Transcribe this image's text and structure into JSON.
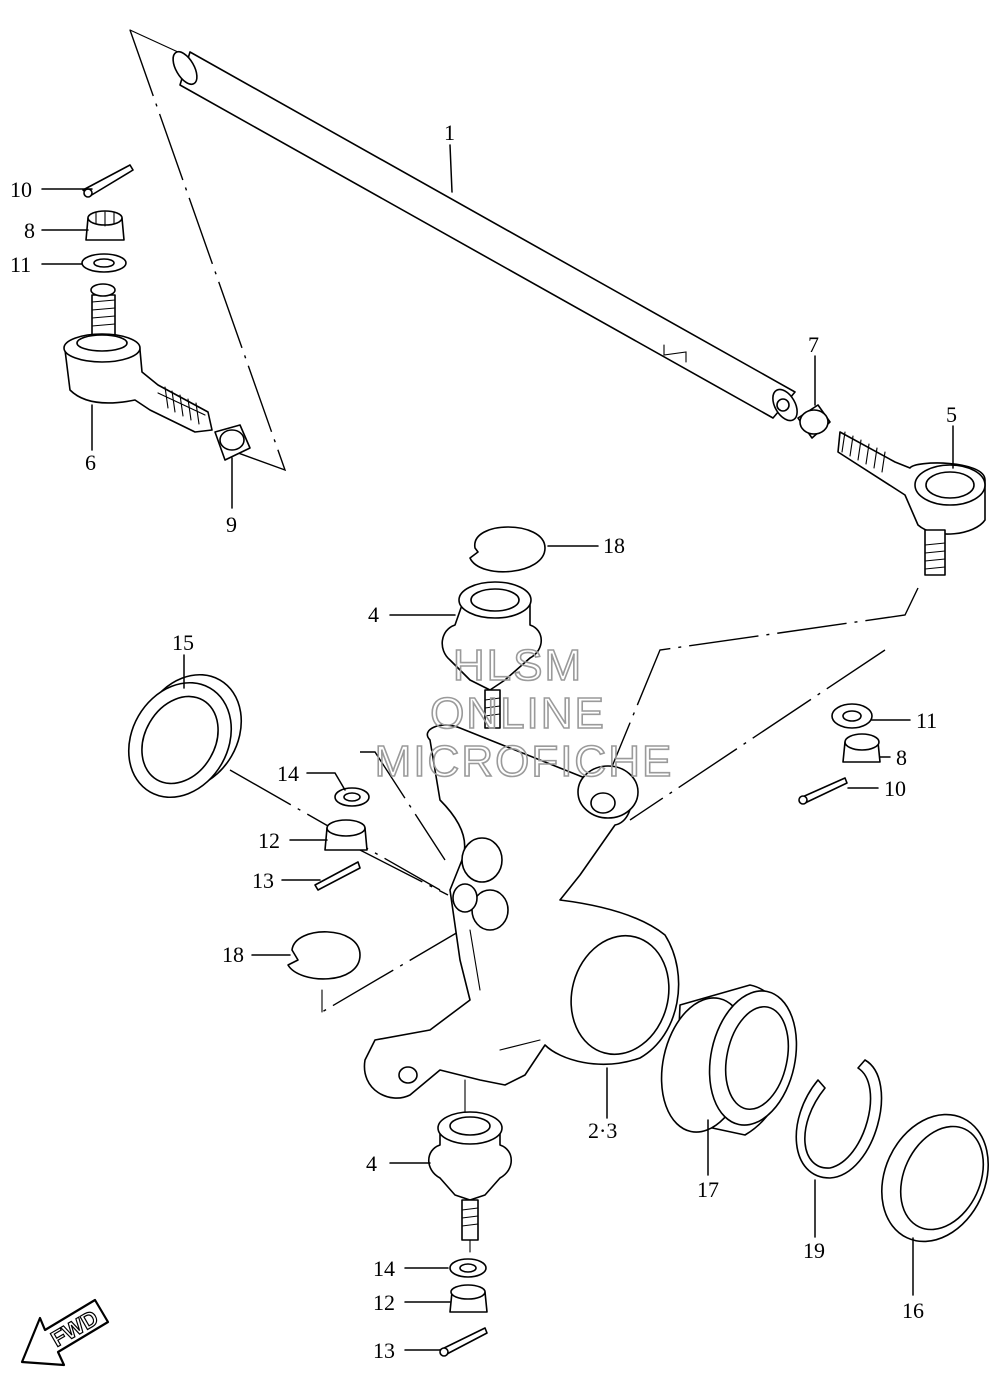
{
  "diagram": {
    "callouts": {
      "c1": "1",
      "c23": "2·3",
      "c4a": "4",
      "c4b": "4",
      "c5": "5",
      "c6": "6",
      "c7": "7",
      "c8a": "8",
      "c8b": "8",
      "c9": "9",
      "c10a": "10",
      "c10b": "10",
      "c11a": "11",
      "c11b": "11",
      "c12a": "12",
      "c12b": "12",
      "c13a": "13",
      "c13b": "13",
      "c14a": "14",
      "c14b": "14",
      "c15": "15",
      "c16": "16",
      "c17": "17",
      "c18a": "18",
      "c18b": "18",
      "c19": "19"
    },
    "watermark": [
      "HLSM",
      "ONLINE",
      "MICROFICHE"
    ],
    "fwd_label": "FWD"
  },
  "colors": {
    "line": "#000000",
    "watermark": "#9a9a9a",
    "background": "#ffffff"
  }
}
